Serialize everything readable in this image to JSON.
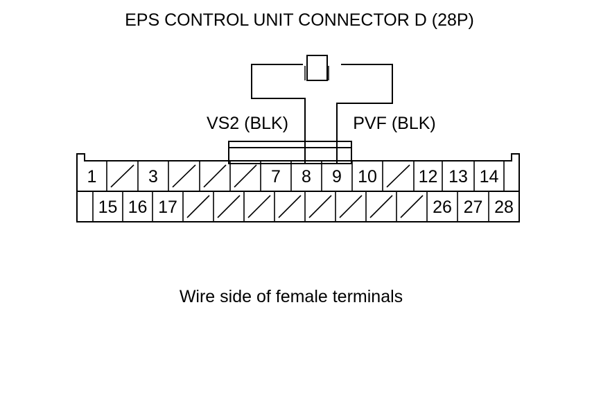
{
  "title": "EPS CONTROL UNIT CONNECTOR D (28P)",
  "caption": "Wire side of female terminals",
  "wires": [
    {
      "label": "VS2 (BLK)",
      "terminal": "8"
    },
    {
      "label": "PVF (BLK)",
      "terminal": "9"
    }
  ],
  "connector": {
    "row1": [
      "1",
      "",
      "3",
      "",
      "",
      "",
      "7",
      "8",
      "9",
      "10",
      "",
      "12",
      "13",
      "14",
      ""
    ],
    "row2": [
      "",
      "15",
      "16",
      "17",
      "",
      "",
      "",
      "",
      "",
      "",
      "",
      "",
      "26",
      "27",
      "28"
    ]
  }
}
